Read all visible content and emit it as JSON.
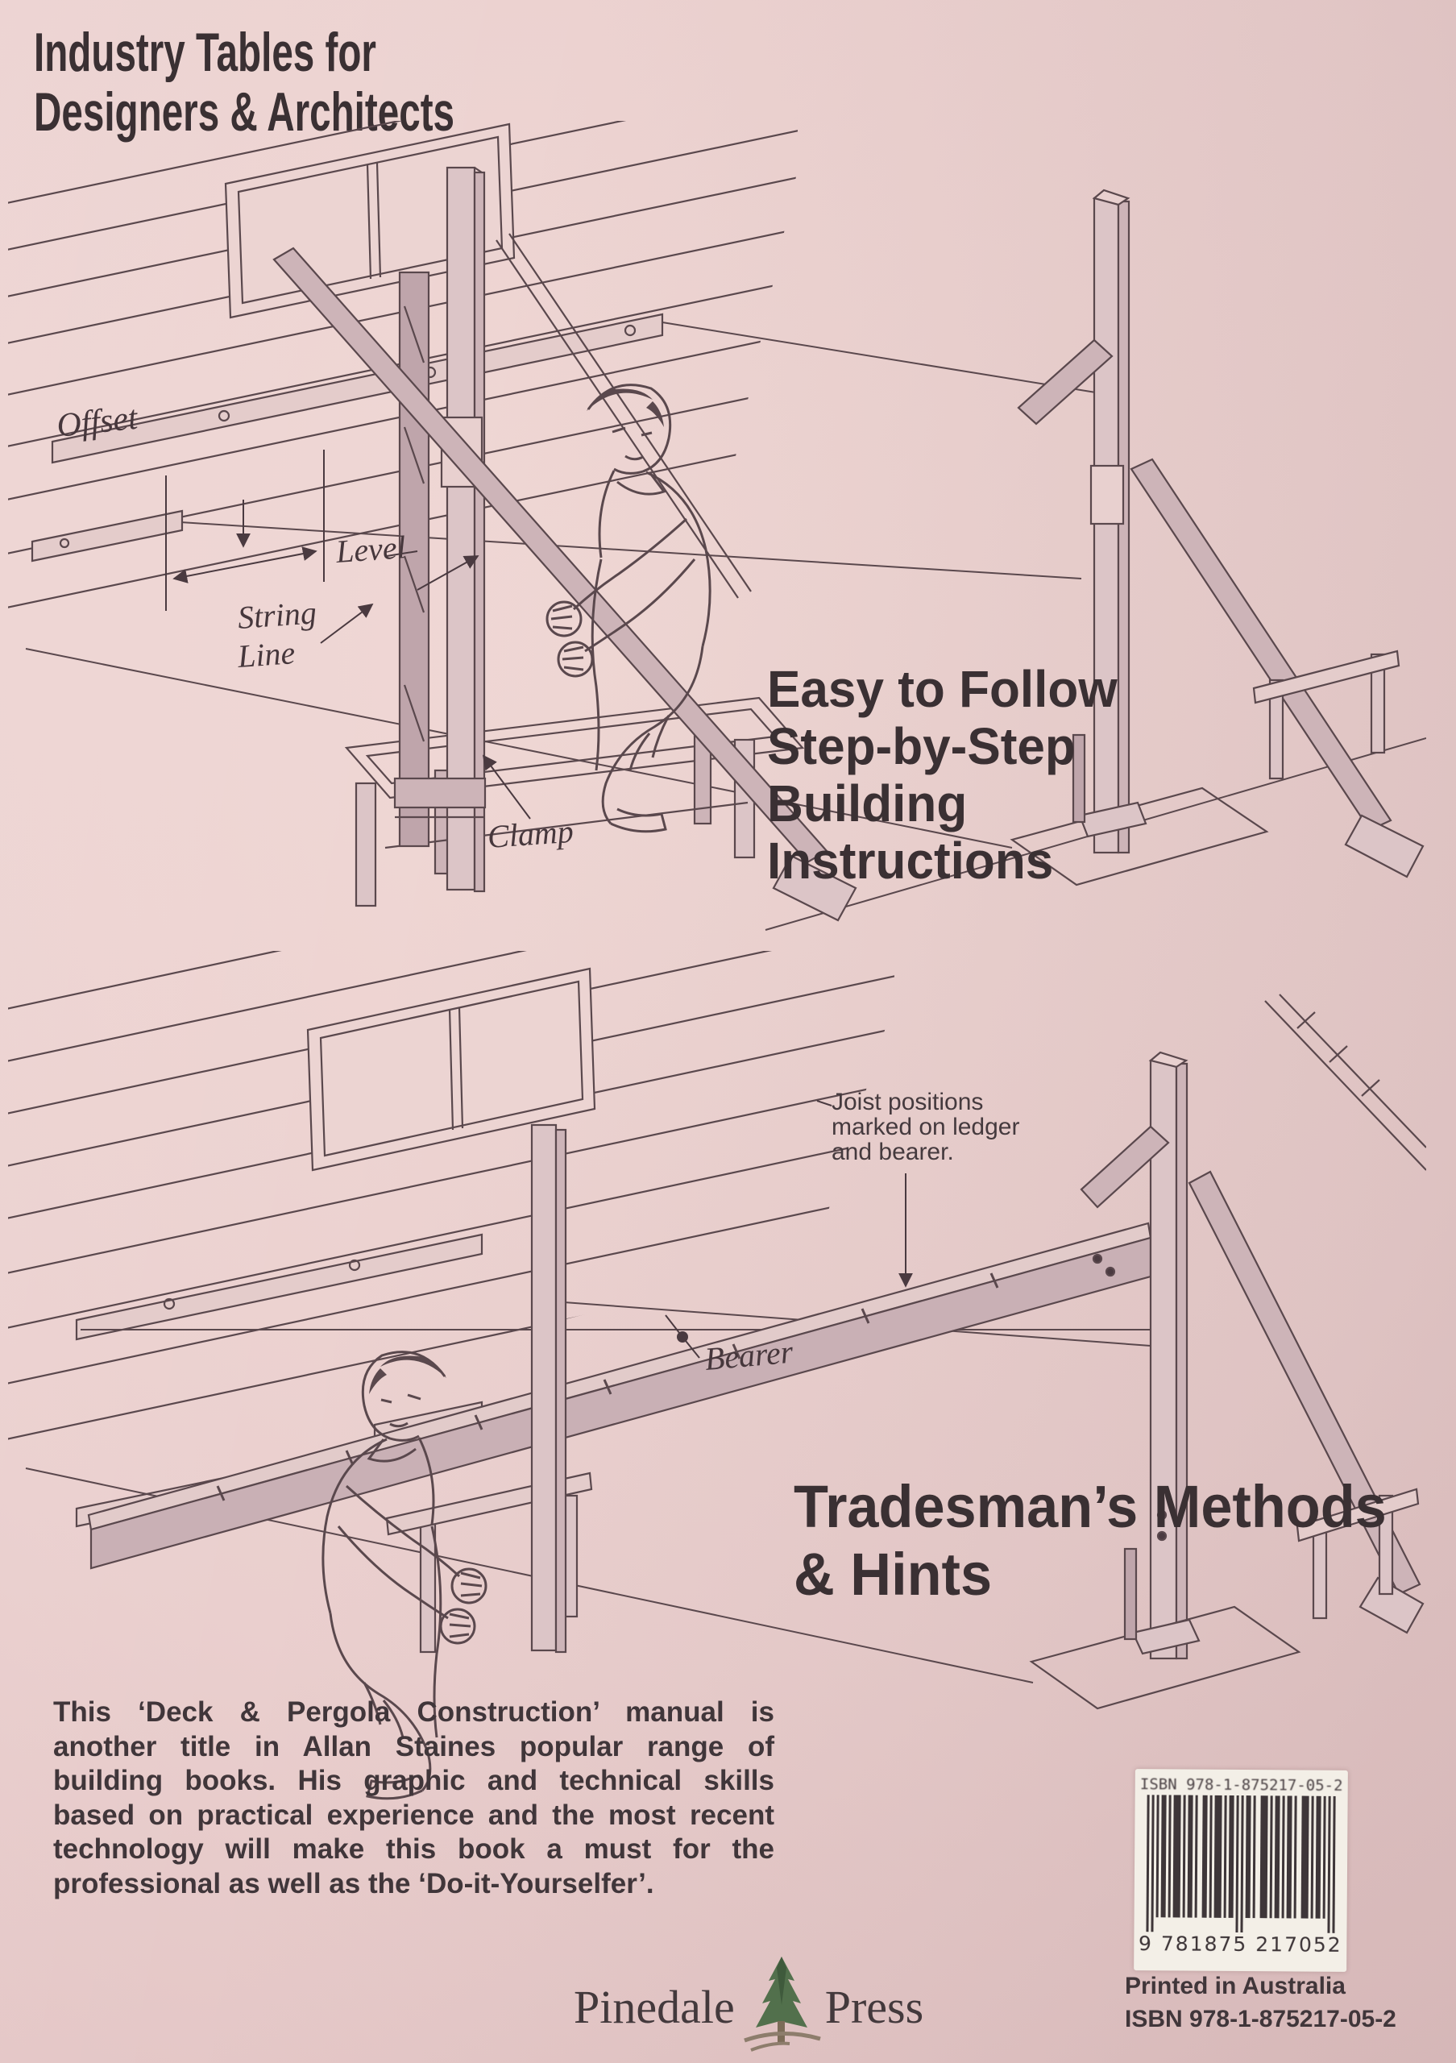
{
  "header": {
    "line1": "Industry Tables for",
    "line2": "Designers & Architects"
  },
  "mid_heading": {
    "lines": [
      "Easy to Follow",
      "Step-by-Step",
      "Building",
      "Instructions"
    ]
  },
  "lower_heading": {
    "line1": "Tradesman’s Methods",
    "line2": "& Hints"
  },
  "illustration1": {
    "labels": {
      "offset": "Offset",
      "level": "Level",
      "string_line_1": "String",
      "string_line_2": "Line",
      "clamp": "Clamp"
    }
  },
  "illustration2": {
    "labels": {
      "joist_note_1": "Joist positions",
      "joist_note_2": "marked on ledger",
      "joist_note_3": "and bearer.",
      "bearer": "Bearer"
    }
  },
  "paragraph": {
    "lines": [
      "This ‘Deck & Pergola Construction’ manual is",
      "another title in Allan Staines popular range of",
      "building books. His graphic and technical skills",
      "based on practical experience and the most recent",
      "technology will make this book a must for the",
      "professional as well as the ‘Do-it-Yourselfer’."
    ]
  },
  "barcode": {
    "isbn_top": "ISBN 978-1-875217-05-2",
    "digits": "9 781875 217052"
  },
  "publisher": {
    "name_left": "Pinedale",
    "name_right": "Press",
    "tree_icon": "pine-tree-icon"
  },
  "imprint": {
    "printed": "Printed in Australia",
    "isbn": "ISBN 978-1-875217-05-2"
  },
  "colors": {
    "background": "#eacfce",
    "ink": "#3a3033",
    "line_art": "#5a484d",
    "wood_light": "#dcc5c7",
    "wood_mid": "#cdb4b8",
    "wood_dark": "#bfa5ab",
    "barcode_bg": "#f3efe7",
    "tree_green": "#52704c",
    "tree_trunk": "#7c6c58"
  }
}
